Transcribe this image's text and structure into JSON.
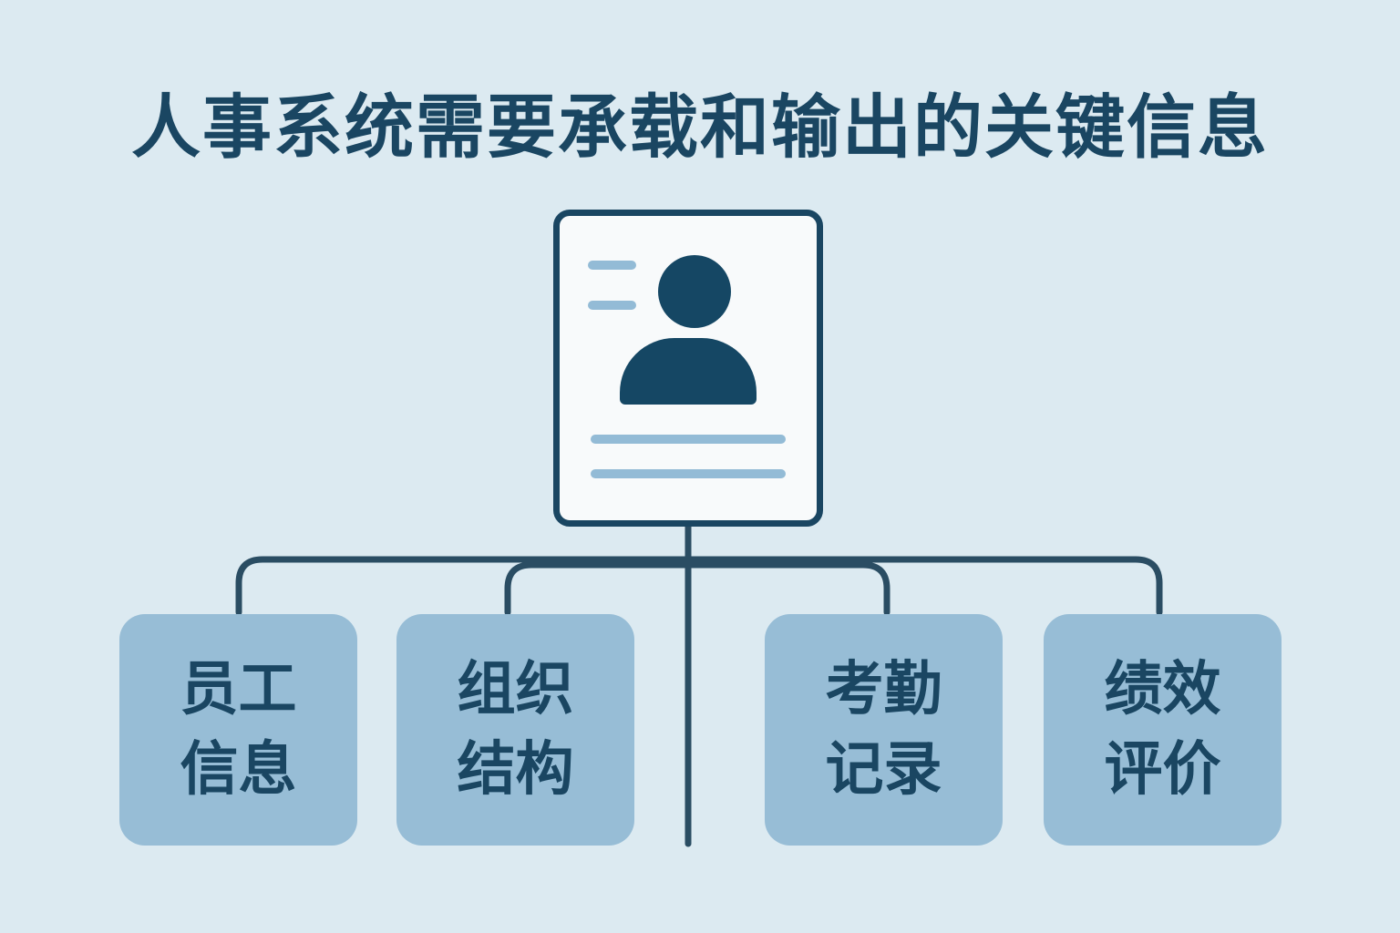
{
  "title": "人事系统需要承载和输出的关键信息",
  "center_icon": "employee-profile-card-icon",
  "boxes": [
    {
      "line1": "员工",
      "line2": "信息"
    },
    {
      "line1": "组织",
      "line2": "结构"
    },
    {
      "line1": "考勤",
      "line2": "记录"
    },
    {
      "line1": "绩效",
      "line2": "评价"
    }
  ],
  "colors": {
    "background": "#dceaf1",
    "primary": "#1a4662",
    "box": "#97bdd6",
    "accent_line": "#93bbd6"
  }
}
